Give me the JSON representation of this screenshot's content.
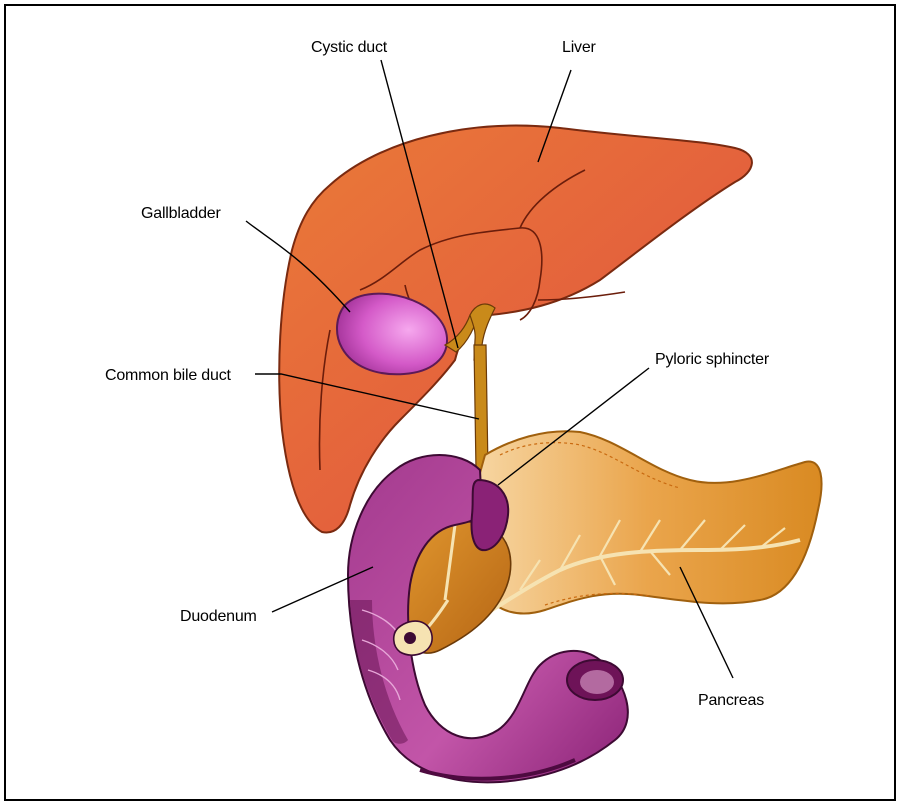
{
  "figure": {
    "labels": {
      "cystic_duct": "Cystic duct",
      "liver": "Liver",
      "gallbladder": "Gallbladder",
      "common_bile_duct": "Common bile duct",
      "pyloric_sphincter": "Pyloric sphincter",
      "duodenum": "Duodenum",
      "pancreas": "Pancreas"
    },
    "colors": {
      "liver": "#e0643a",
      "liver_light": "#ec8a3c",
      "gallbladder": "#d25ec8",
      "bile_duct": "#c98a1a",
      "pancreas": "#e7a04a",
      "pancreas_light": "#f4c27a",
      "duodenum": "#9e2f86",
      "duodenum_dark": "#5e0f4c",
      "stomach_stub": "#c8761c"
    }
  }
}
